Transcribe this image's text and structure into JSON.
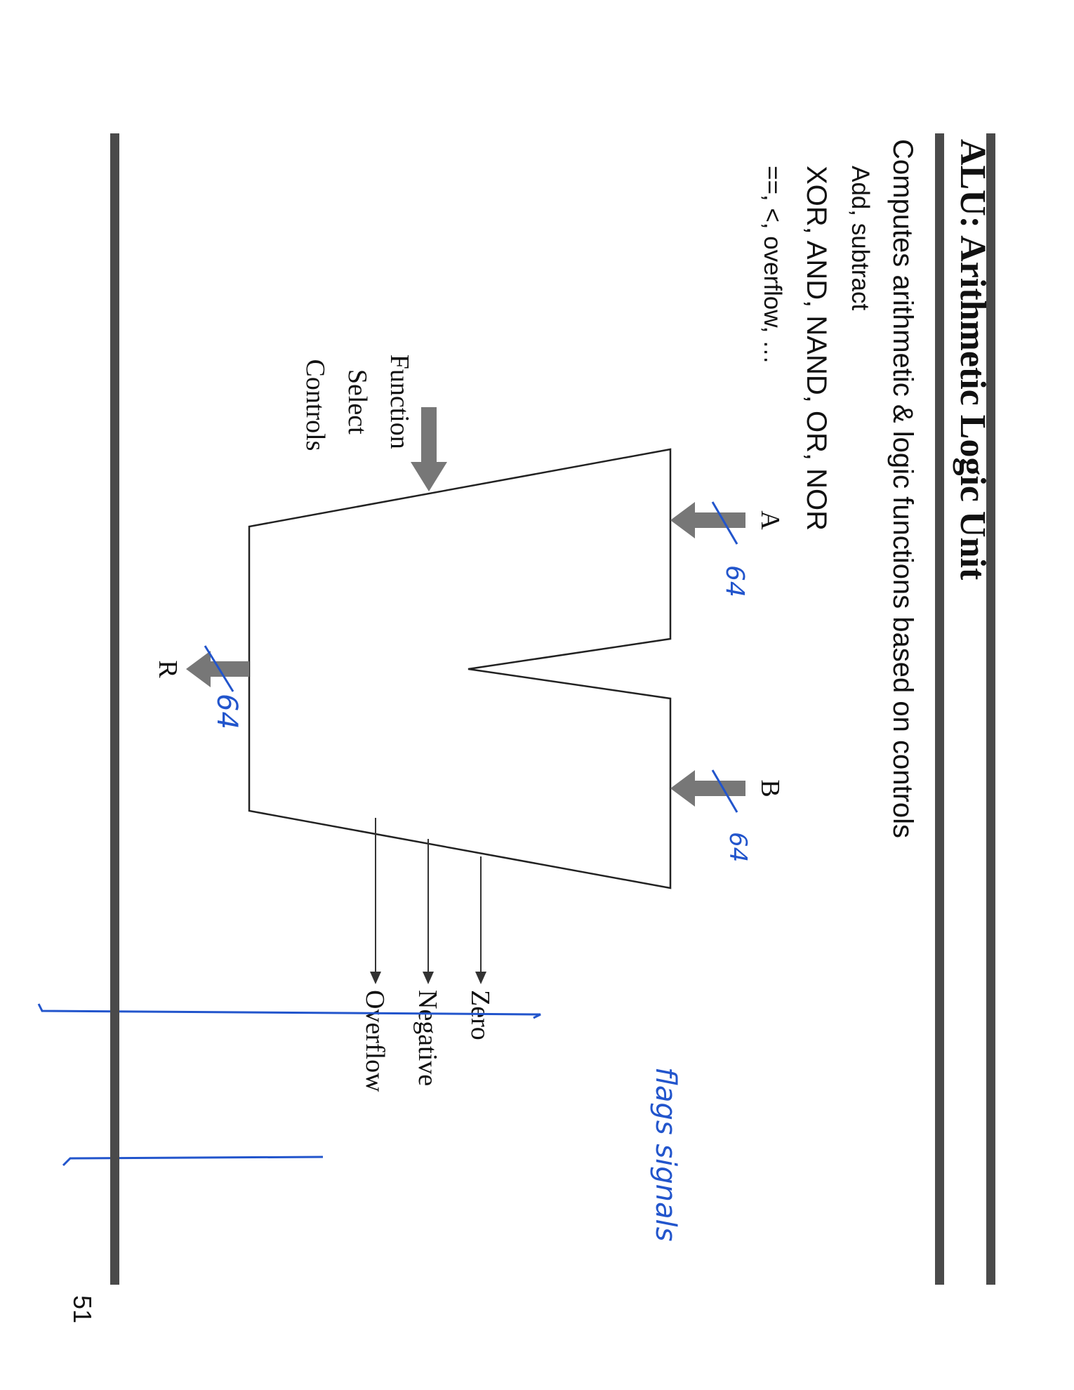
{
  "title": "ALU: Arithmetic Logic Unit",
  "bullets": [
    "Computes arithmetic & logic functions based on controls",
    "Add, subtract",
    "XOR, AND, NAND, OR, NOR",
    "==, <, overflow, …"
  ],
  "diagram": {
    "function_select_lines": [
      "Function",
      "Select",
      "Controls"
    ],
    "input_a": "A",
    "input_b": "B",
    "output_r": "R",
    "flags": [
      "Zero",
      "Negative",
      "Overflow"
    ]
  },
  "annotations": {
    "width_a": "64",
    "width_b": "64",
    "width_r": "64",
    "flags_note": "flags signals",
    "ink_color": "#2255cc"
  },
  "page_number": "51"
}
